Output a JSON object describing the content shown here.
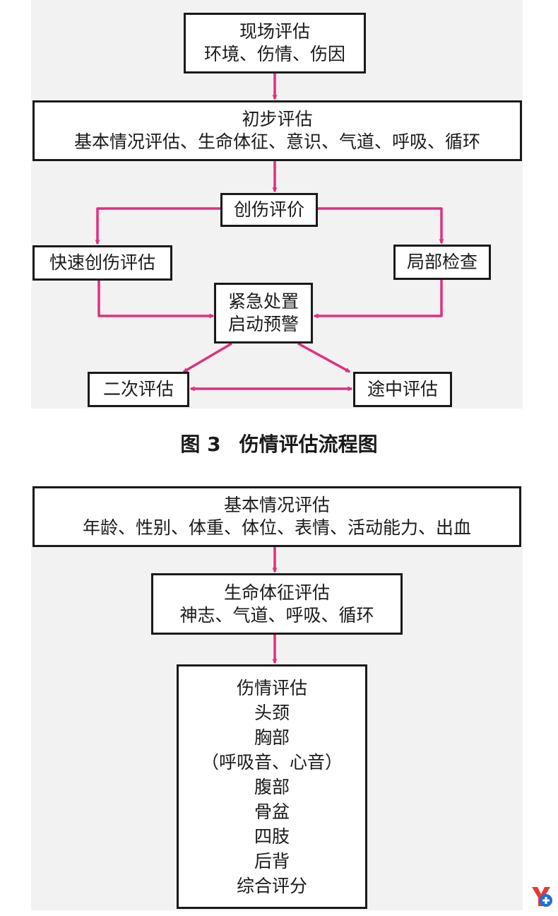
{
  "flowchart1": {
    "scene_assessment": {
      "title": "现场评估",
      "detail": "环境、伤情、伤因"
    },
    "initial_assessment": {
      "title": "初步评估",
      "detail": "基本情况评估、生命体征、意识、气道、呼吸、循环"
    },
    "trauma_evaluation": "创伤评价",
    "rapid_trauma_assessment": "快速创伤评估",
    "local_examination": "局部检查",
    "emergency_treatment": {
      "line1": "紧急处置",
      "line2": "启动预警"
    },
    "secondary_assessment": "二次评估",
    "en_route_assessment": "途中评估"
  },
  "caption": {
    "number": "图 3",
    "text": "伤情评估流程图"
  },
  "flowchart2": {
    "basic_assessment": {
      "title": "基本情况评估",
      "detail": "年龄、性别、体重、体位、表情、活动能力、出血"
    },
    "vital_signs": {
      "title": "生命体征评估",
      "detail": "神志、气道、呼吸、循环"
    },
    "injury_assessment": {
      "title": "伤情评估",
      "items": [
        "头颈",
        "胸部",
        "（呼吸音、心音）",
        "腹部",
        "骨盆",
        "四肢",
        "后背",
        "综合评分"
      ]
    }
  },
  "colors": {
    "arrow": "#e0307f",
    "border": "#1a1a1a",
    "panel_bg": "#f2f2f2",
    "logo_red": "#e53935",
    "logo_blue": "#1e6fd9"
  },
  "icons": {
    "logo": "brand-logo-icon"
  }
}
